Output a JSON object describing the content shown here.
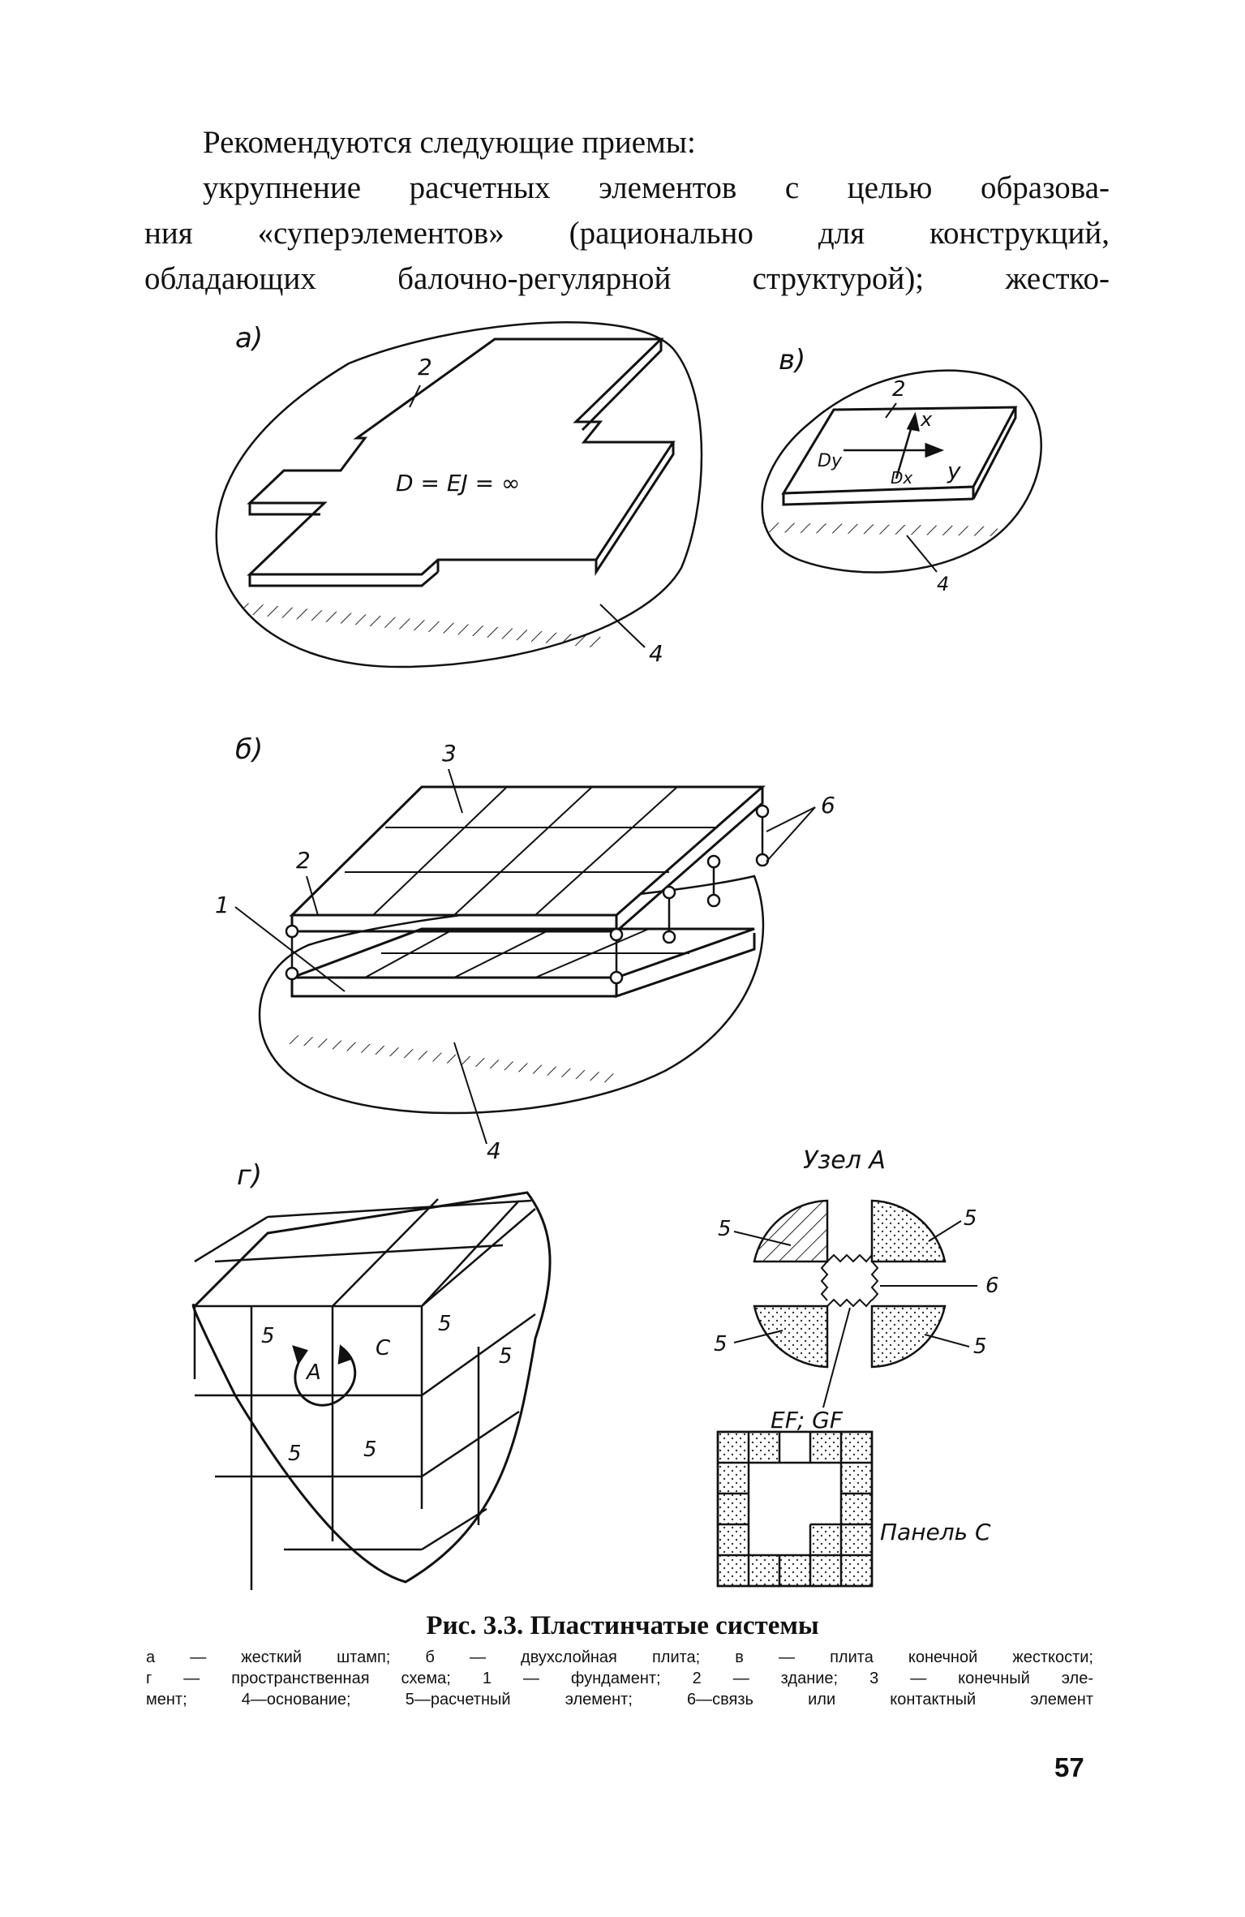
{
  "intro": {
    "line1": "Рекомендуются следующие приемы:",
    "line2": "укрупнение расчетных элементов с целью образова-",
    "line3": "ния «суперэлементов» (рационально для конструкций,",
    "line4": "обладающих балочно-регулярной структурой); жестко-"
  },
  "figure": {
    "panel_a": {
      "label": "а)",
      "formula": "D = EJ = ∞",
      "num_building": "2",
      "num_base": "4"
    },
    "panel_v": {
      "label": "в)",
      "num_building": "2",
      "num_base": "4",
      "axis_x": "x",
      "axis_y": "y",
      "dy": "Dy",
      "dx": "Dx"
    },
    "panel_b": {
      "label": "б)",
      "num_fe": "3",
      "num_link": "6",
      "num_building": "2",
      "num_foundation": "1",
      "num_base": "4"
    },
    "panel_g": {
      "label": "г)",
      "node_a": "A",
      "node_c": "C",
      "elem": "5"
    },
    "node_detail": {
      "title": "Узел А",
      "elem": "5",
      "link": "6",
      "ef_gf": "EF; GF",
      "panel_c": "Панель С"
    }
  },
  "caption": {
    "title": "Рис. 3.3. Пластинчатые системы",
    "legend_line1": "а — жесткий штамп; б — двухслойная плита; в — плита конечной жесткости;",
    "legend_line2": "г — пространственная схема; 1 — фундамент; 2 — здание; 3 — конечный эле-",
    "legend_line3": "мент; 4—основание; 5—расчетный элемент; 6—связь или контактный элемент"
  },
  "page_number": "57"
}
